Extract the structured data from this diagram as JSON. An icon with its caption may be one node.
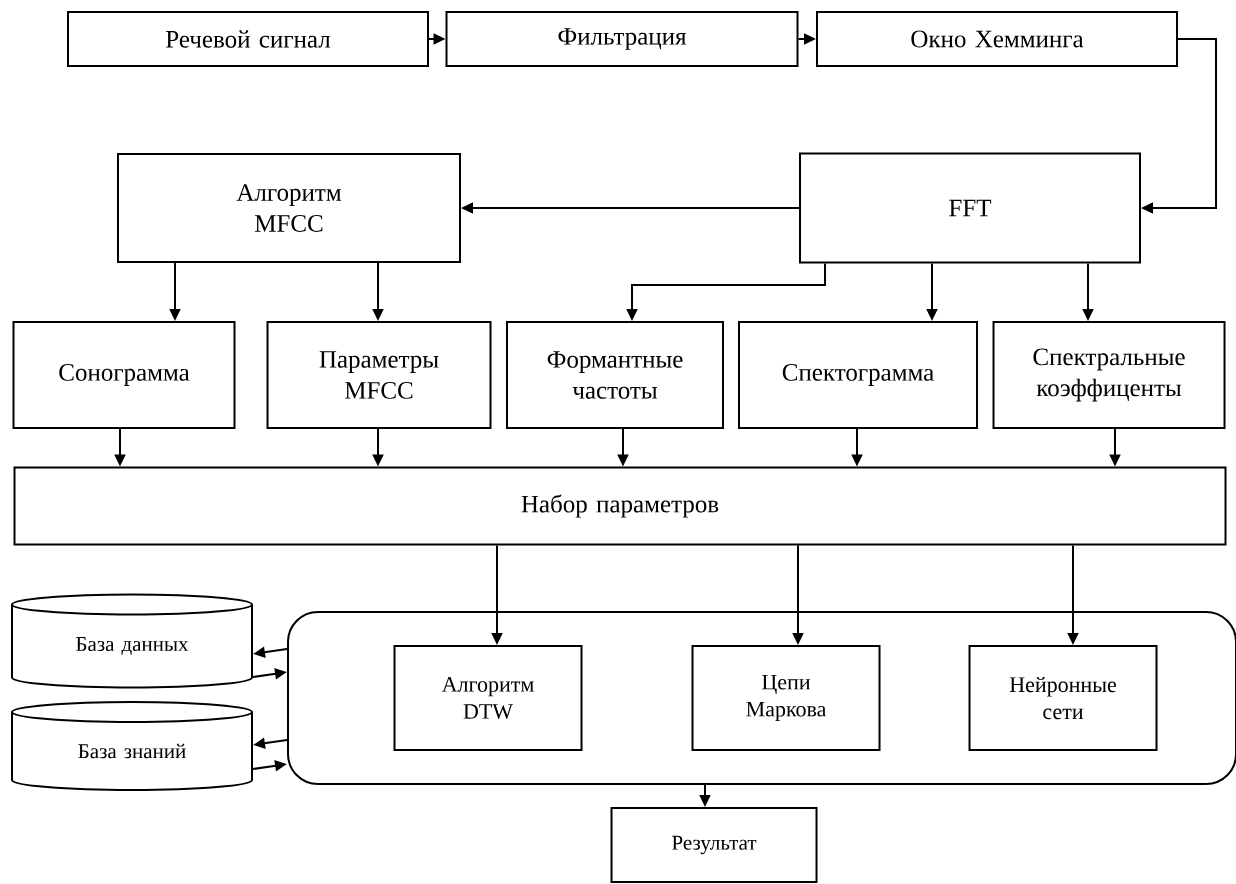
{
  "diagram": {
    "nodes": [
      {
        "text": [
          "Речевой сигнал"
        ]
      },
      {
        "text": [
          "Фильтрация"
        ]
      },
      {
        "text": [
          "Окно Хемминга"
        ]
      },
      {
        "text": [
          "Алгоритм MFCC"
        ]
      },
      {
        "text": [
          "FFT"
        ]
      },
      {
        "text": [
          "Сонограмма"
        ]
      },
      {
        "text": [
          "Параметры MFCC"
        ]
      },
      {
        "text": [
          "Формантные частоты"
        ]
      },
      {
        "text": [
          "Спектограмма"
        ]
      },
      {
        "text": [
          "Спектральные коэффиценты"
        ]
      },
      {
        "text": [
          "Набор параметров"
        ]
      },
      {
        "text": [
          "База данных"
        ]
      },
      {
        "text": [
          "База знаний"
        ]
      },
      {
        "text": [],
        "shape": "box"
      },
      {
        "text": [
          "Алгоритм DTW"
        ],
        "in": 13
      },
      {
        "text": [
          "Цепи Маркова"
        ],
        "in": 13
      },
      {
        "text": [
          "Нейронные сети"
        ],
        "in": 13
      },
      {
        "text": [
          "Результат"
        ]
      }
    ],
    "edges": [
      {
        "from": 0,
        "to": 1,
        "arrow": "to"
      },
      {
        "from": 1,
        "to": 2,
        "arrow": "to"
      },
      {
        "from": 2,
        "to": 4,
        "arrow": "to"
      },
      {
        "from": 4,
        "to": 3,
        "arrow": "to"
      },
      {
        "from": 3,
        "to": 5,
        "arrow": "to"
      },
      {
        "from": 3,
        "to": 6,
        "arrow": "to"
      },
      {
        "from": 4,
        "to": 7,
        "arrow": "to"
      },
      {
        "from": 4,
        "to": 8,
        "arrow": "to"
      },
      {
        "from": 4,
        "to": 9,
        "arrow": "to"
      },
      {
        "from": 5,
        "to": 10,
        "arrow": "to"
      },
      {
        "from": 6,
        "to": 10,
        "arrow": "to"
      },
      {
        "from": 7,
        "to": 10,
        "arrow": "to"
      },
      {
        "from": 8,
        "to": 10,
        "arrow": "to"
      },
      {
        "from": 9,
        "to": 10,
        "arrow": "to"
      },
      {
        "from": 10,
        "to": 14,
        "arrow": "to"
      },
      {
        "from": 10,
        "to": 15,
        "arrow": "to"
      },
      {
        "from": 10,
        "to": 16,
        "arrow": "to"
      },
      {
        "from": 13,
        "to": 11,
        "arrow": "to"
      },
      {
        "from": 11,
        "to": 13,
        "arrow": "to"
      },
      {
        "from": 13,
        "to": 12,
        "arrow": "to"
      },
      {
        "from": 12,
        "to": 13,
        "arrow": "to"
      },
      {
        "from": 13,
        "to": 17,
        "arrow": "to"
      }
    ]
  }
}
